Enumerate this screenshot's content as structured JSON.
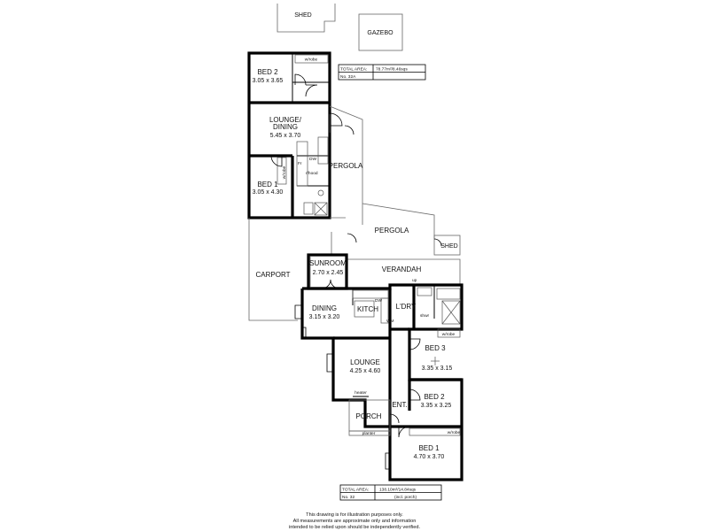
{
  "outbuildings": {
    "shed_top": "SHED",
    "gazebo": "GAZEBO",
    "shed_small": "SHED"
  },
  "unit_32a": {
    "area_label": "TOTAL AREA:",
    "area_value": "78.77m²/8.46sqs",
    "number": "No. 32A",
    "rooms": {
      "bed2": {
        "name": "BED 2",
        "size": "3.05 x 3.65"
      },
      "lounge": {
        "name_line1": "LOUNGE/",
        "name_line2": "DINING",
        "size": "5.45 x 3.70"
      },
      "bed1": {
        "name": "BED 1",
        "size": "3.05 x 4.30"
      }
    },
    "fixtures": {
      "wrobe_top": "w/robe",
      "wrobe_side": "w/robe",
      "dw": "DW",
      "rhood": "r/hood",
      "fr": "Fr"
    }
  },
  "outdoor": {
    "pergola_upper": "PERGOLA",
    "pergola_lower": "PERGOLA",
    "carport": "CARPORT",
    "verandah": "VERANDAH",
    "porch": "PORCH"
  },
  "unit_32": {
    "area_label": "TOTAL AREA:",
    "area_value": "138.10m²/14.84sqs",
    "number": "No. 32",
    "note": "(incl. porch)",
    "rooms": {
      "sunroom": {
        "name": "SUNROOM",
        "size": "2.70 x 2.45"
      },
      "dining": {
        "name": "DINING",
        "size": "3.15 x 3.20"
      },
      "kitch": {
        "name": "KITCH"
      },
      "ldry": {
        "name": "L'DRY"
      },
      "lounge": {
        "name": "LOUNGE",
        "size": "4.25 x 4.60"
      },
      "bed3": {
        "name": "BED 3",
        "size": "3.35 x 3.15"
      },
      "bed2": {
        "name": "BED 2",
        "size": "3.35 x 3.25"
      },
      "bed1": {
        "name": "BED 1",
        "size": "4.70 x 3.70"
      },
      "ent": {
        "name": "ENT."
      }
    },
    "fixtures": {
      "heater": "heater",
      "planter": "planter",
      "wrobe_bed3": "w/robe",
      "wrobe_bed1": "w/robe",
      "dw": "DW",
      "up": "up",
      "shwr": "shwr",
      "wm": "WM"
    }
  },
  "disclaimer": [
    "This drawing is for illustration purposes only.",
    "All measurements are approximate only and information",
    "intended to be relied upon should be independently verified."
  ]
}
